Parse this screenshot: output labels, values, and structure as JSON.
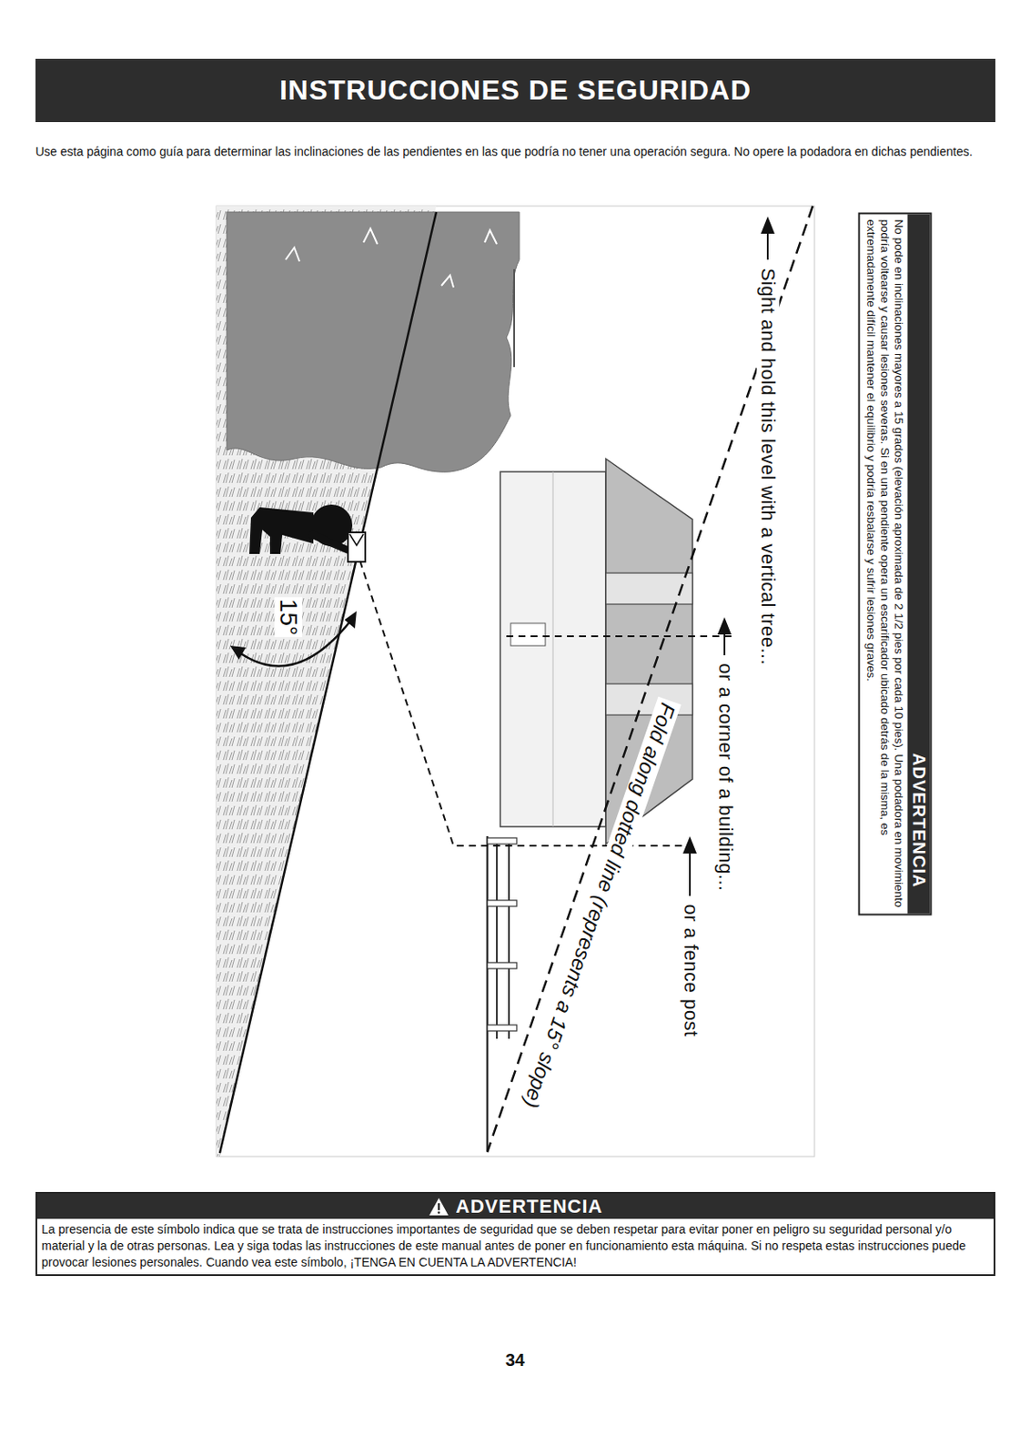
{
  "diagram": {
    "title": "INSTRUCCIONES DE SEGURIDAD",
    "nodes": [
      {
        "text": [
          "ADVERTENCIA",
          "No pode en inclinaciones mayores a 15 grados (elevación aproximada de 2 1/2 pies por cada 10 pies). Una podadora en movimiento podría voltearse y causar lesiones severas. Si en una pendiente opera un escarificador ubicado detrás de la misma, es extremadamente difícil mantener el equilibrio y podría resbalarse y sufrir lesiones graves."
        ]
      },
      {
        "text": [
          "ADVERTENCIA",
          "La presencia de este símbolo indica que se trata de instrucciones importantes de seguridad que se deben respetar para evitar poner en peligro su seguridad personal y/o material y la de otras personas. Lea y siga todas las instrucciones de este manual antes de poner en funcionamiento esta máquina. Si no respeta estas instrucciones puede provocar lesiones personales. Cuando vea este símbolo, ¡TENGA EN CUENTA LA ADVERTENCIA!"
        ]
      }
    ],
    "labels": [
      "Use esta página como guía para determinar las inclinaciones de las pendientes en las que podría no tener una operación segura. No opere la podadora en dichas pendientes.",
      "Sight and hold this level with a vertical tree...",
      "or a corner of a building...",
      "or a fence post",
      "Fold along dotted line (represents a 15° slope)",
      "15°",
      "34"
    ]
  }
}
